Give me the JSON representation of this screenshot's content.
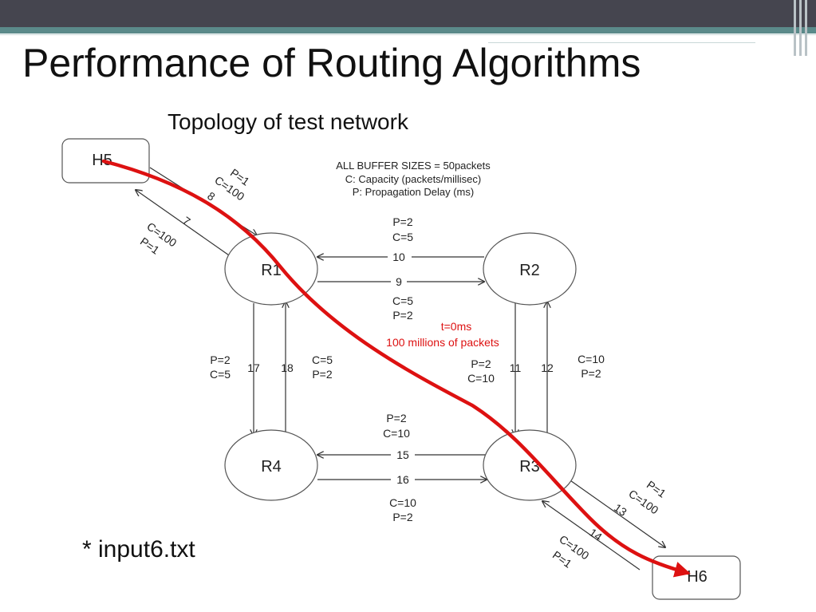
{
  "slide": {
    "title": "Performance of Routing Algorithms",
    "subtitle": "Topology of test network",
    "bullet": "* input6.txt"
  },
  "diagram": {
    "legend": [
      "ALL BUFFER SIZES = 50packets",
      "C: Capacity (packets/millisec)",
      "P: Propagation Delay (ms)"
    ],
    "nodes": {
      "h5": "H5",
      "r1": "R1",
      "r2": "R2",
      "r3": "R3",
      "r4": "R4",
      "h6": "H6"
    },
    "links": {
      "h5_r1": {
        "id": "8",
        "p": "P=1",
        "c": "C=100"
      },
      "r1_h5": {
        "id": "7",
        "p": "P=1",
        "c": "C=100"
      },
      "r2_r1": {
        "id": "10",
        "p": "P=2",
        "c": "C=5"
      },
      "r1_r2": {
        "id": "9",
        "p": "P=2",
        "c": "C=5"
      },
      "r1_r4": {
        "id": "17",
        "p": "P=2",
        "c": "C=5"
      },
      "r4_r1": {
        "id": "18",
        "p": "P=2",
        "c": "C=5"
      },
      "r2_r3": {
        "id": "11",
        "p": "P=2",
        "c": "C=10"
      },
      "r3_r2": {
        "id": "12",
        "p": "P=2",
        "c": "C=10"
      },
      "r3_r4": {
        "id": "15",
        "p": "P=2",
        "c": "C=10"
      },
      "r4_r3": {
        "id": "16",
        "p": "P=2",
        "c": "C=10"
      },
      "r3_h6": {
        "id": "13",
        "p": "P=1",
        "c": "C=100"
      },
      "h6_r3": {
        "id": "14",
        "p": "P=1",
        "c": "C=100"
      }
    },
    "traffic": {
      "time": "t=0ms",
      "amount": "100 millions of packets"
    },
    "colors": {
      "path": "#dd1111",
      "link": "#333333",
      "node_stroke": "#555555"
    }
  }
}
